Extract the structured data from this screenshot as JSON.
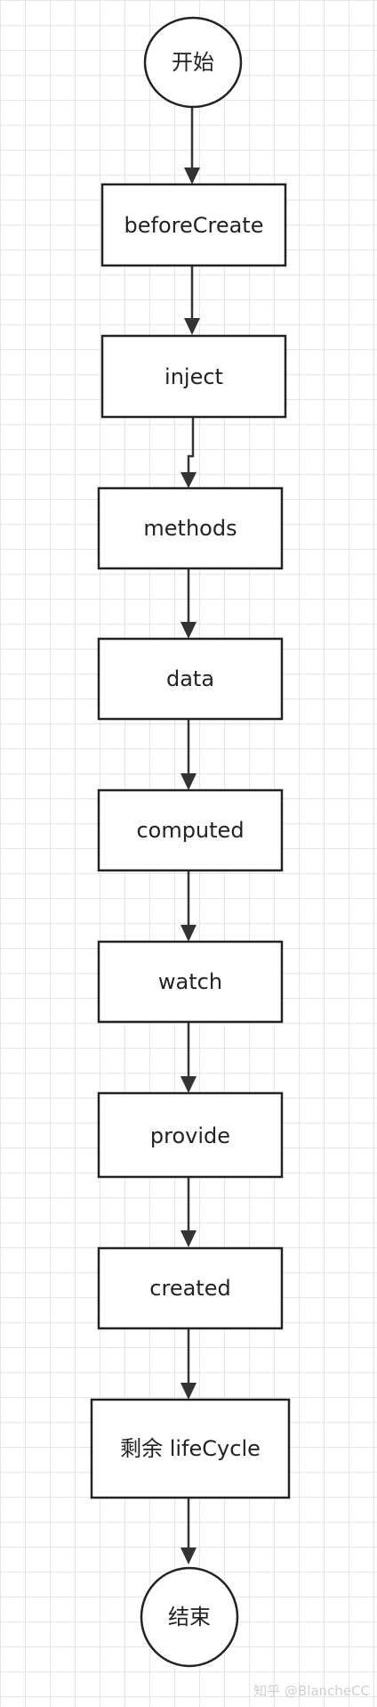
{
  "diagram": {
    "nodes": {
      "start": "开始",
      "before_create": "beforeCreate",
      "inject": "inject",
      "methods": "methods",
      "data": "data",
      "computed": "computed",
      "watch": "watch",
      "provide": "provide",
      "created": "created",
      "rest_lifecycle": "剩余 lifeCycle",
      "end": "结束"
    }
  },
  "watermark": "知乎 @BlancheCC"
}
